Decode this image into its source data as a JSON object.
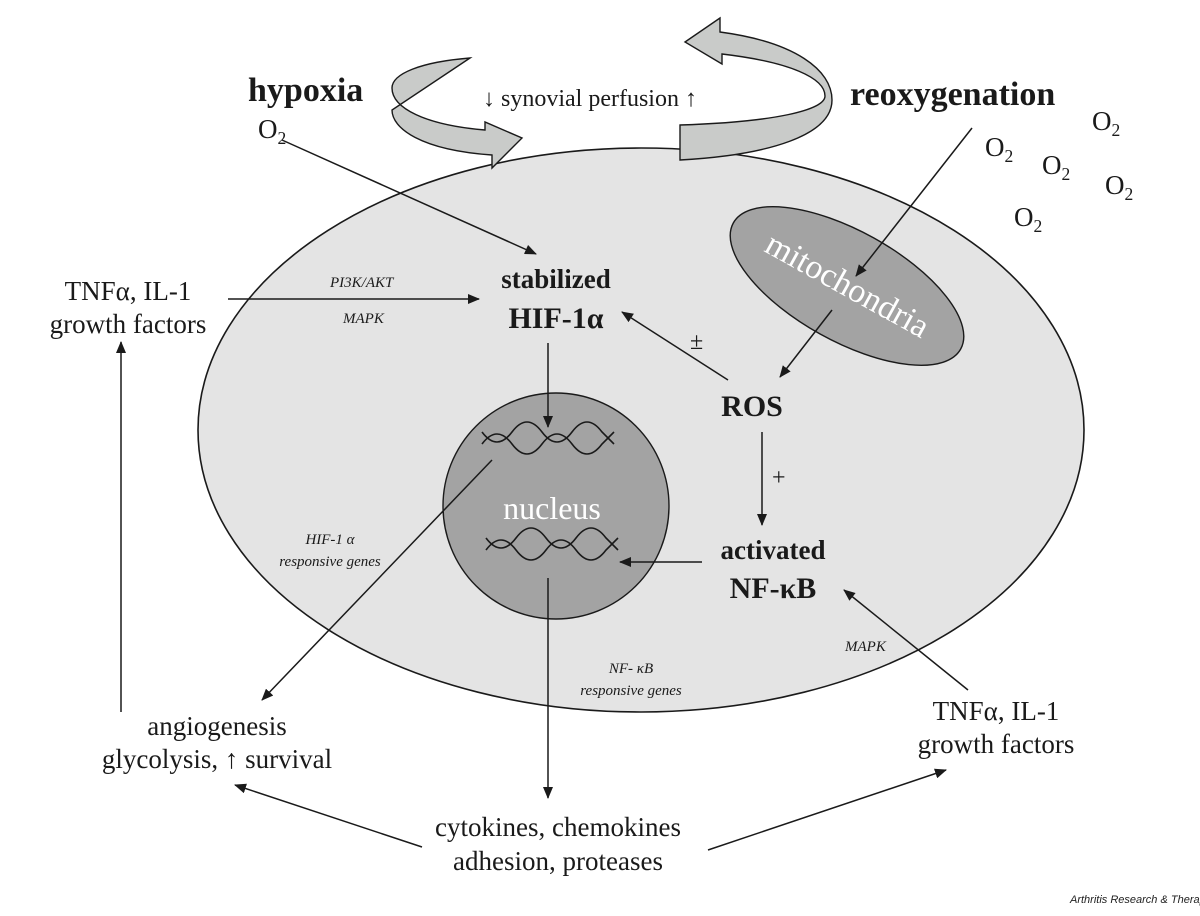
{
  "title_top": {
    "hypoxia": "hypoxia",
    "reoxygenation": "reoxygenation",
    "o2": "O",
    "o2_sub": "2",
    "perfusion": "↓ synovial perfusion ↑"
  },
  "cell": {
    "stabilized": "stabilized",
    "hif": "HIF-1α",
    "ros": "ROS",
    "activated": "activated",
    "nfkb": "NF-κB",
    "mitochondria": "mitochondria",
    "nucleus": "nucleus",
    "plus_minus": "±",
    "plus": "+"
  },
  "pathways": {
    "pi3k": "PI3K/AKT",
    "mapk_left": "MAPK",
    "mapk_right": "MAPK",
    "hif_genes_1": "HIF-1 α",
    "hif_genes_2": "responsive genes",
    "nfkb_genes_1": "NF- κB",
    "nfkb_genes_2": "responsive genes"
  },
  "outside": {
    "tnf_left_1": "TNFα, IL-1",
    "tnf_left_2": "growth factors",
    "tnf_right_1": "TNFα, IL-1",
    "tnf_right_2": "growth factors",
    "angio_1": "angiogenesis",
    "angio_2": "glycolysis, ↑ survival",
    "cyto_1": "cytokines, chemokines",
    "cyto_2": "adhesion, proteases"
  },
  "credit": "Arthritis Research & Therapy",
  "colors": {
    "cell_fill": "#e4e4e4",
    "organelle_fill": "#a3a3a3",
    "arrow_band": "#c9cbc9",
    "stroke": "#1a1a1a"
  }
}
